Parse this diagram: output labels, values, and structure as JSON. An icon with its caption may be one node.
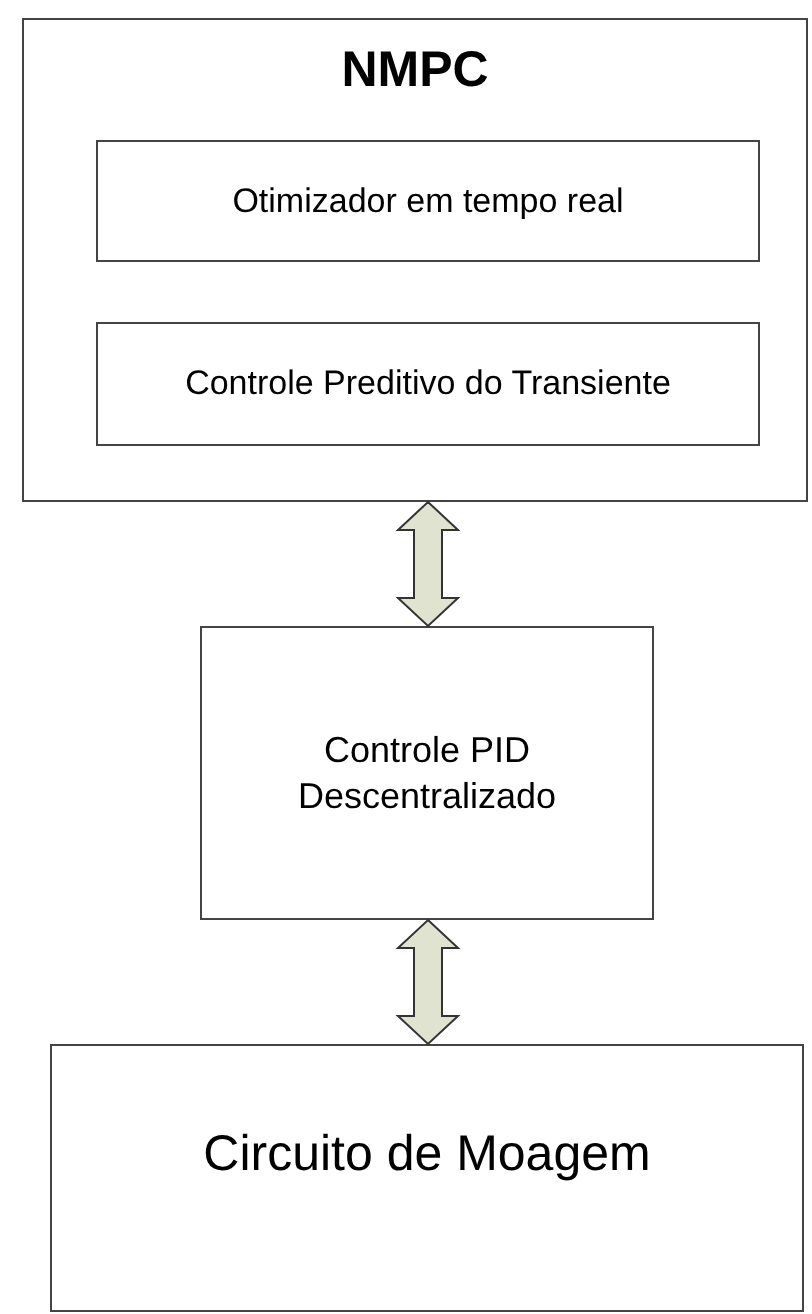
{
  "diagram": {
    "nodes": [
      {
        "text": [
          "NMPC"
        ]
      },
      {
        "text": [
          "Otimizador em tempo real"
        ],
        "in": 0
      },
      {
        "text": [
          "Controle Preditivo do Transiente"
        ],
        "in": 0
      },
      {
        "text": [
          "Controle PID Descentralizado"
        ]
      },
      {
        "text": [
          "Circuito de Moagem"
        ]
      }
    ],
    "edges": [
      {
        "from": 0,
        "to": 3,
        "arrow": "both"
      },
      {
        "from": 3,
        "to": 4,
        "arrow": "both"
      }
    ]
  }
}
